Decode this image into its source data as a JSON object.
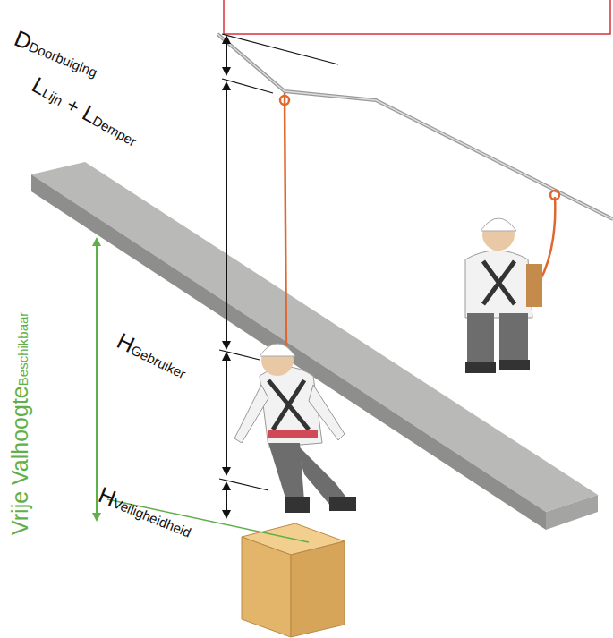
{
  "diagram": {
    "labels": [
      "D",
      "Doorbuiging",
      "L",
      "Lijn",
      "+",
      "L",
      "Demper",
      "H",
      "Gebruiker",
      "H",
      "Veiligheidheid",
      "Vrije Valhoogte",
      "Beschikbaar"
    ]
  }
}
